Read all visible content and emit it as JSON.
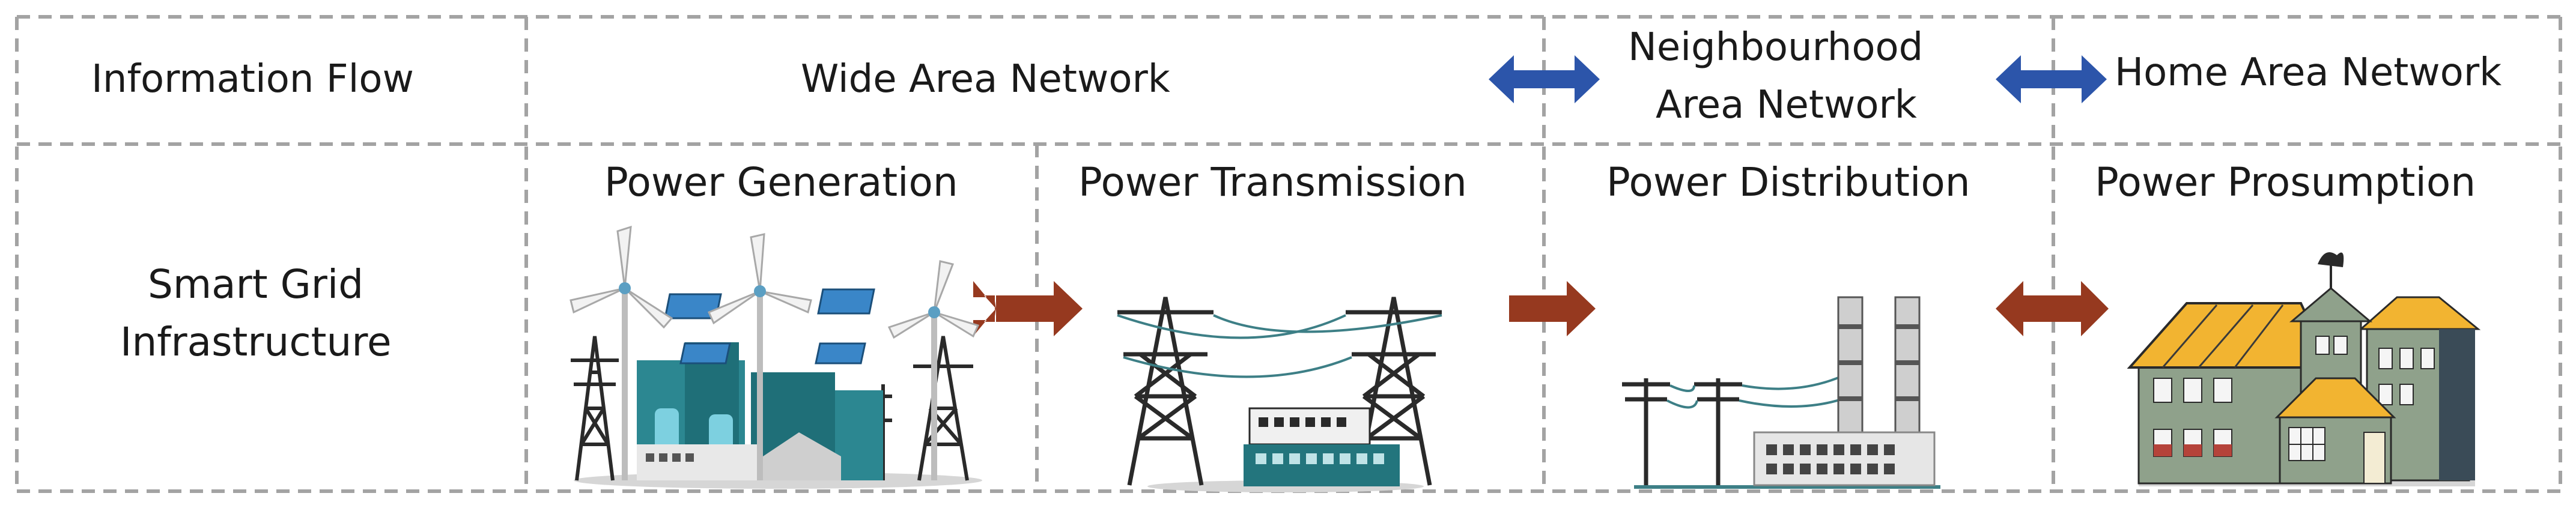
{
  "header_row": {
    "info_flow": "Information Flow",
    "wan": "Wide Area Network",
    "nan_line1": "Neighbourhood",
    "nan_line2": "Area Network",
    "han": "Home Area Network"
  },
  "infra_row": {
    "label_line1": "Smart Grid",
    "label_line2": "Infrastructure",
    "generation": "Power Generation",
    "transmission": "Power Transmission",
    "distribution": "Power Distribution",
    "prosumption": "Power Prosumption"
  },
  "colors": {
    "comm_arrow": "#2c55aa",
    "power_arrow": "#96391f",
    "grid_line": "#a3a3a3"
  },
  "icons": [
    "wind-solar-power-plant-icon",
    "transmission-towers-substation-icon",
    "distribution-factory-icon",
    "prosumer-houses-icon"
  ]
}
